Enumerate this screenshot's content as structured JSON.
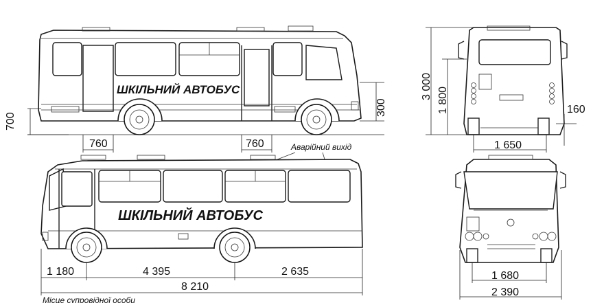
{
  "bus_label": "ШКІЛЬНИЙ АВТОБУС",
  "emergency_exit_label": "Аварійний вихід",
  "bottom_caption": "Місце супровідної особи",
  "dims": {
    "ground_clearance": "700",
    "step_height": "300",
    "door_width_front": "760",
    "door_width_rear": "760",
    "total_height": "3 000",
    "floor_height": "1 800",
    "rear_clearance": "160",
    "rear_track": "1 650",
    "front_overhang": "1 180",
    "wheelbase": "4 395",
    "rear_overhang": "2 635",
    "total_length": "8 210",
    "front_track": "1 680",
    "total_width": "2 390"
  }
}
